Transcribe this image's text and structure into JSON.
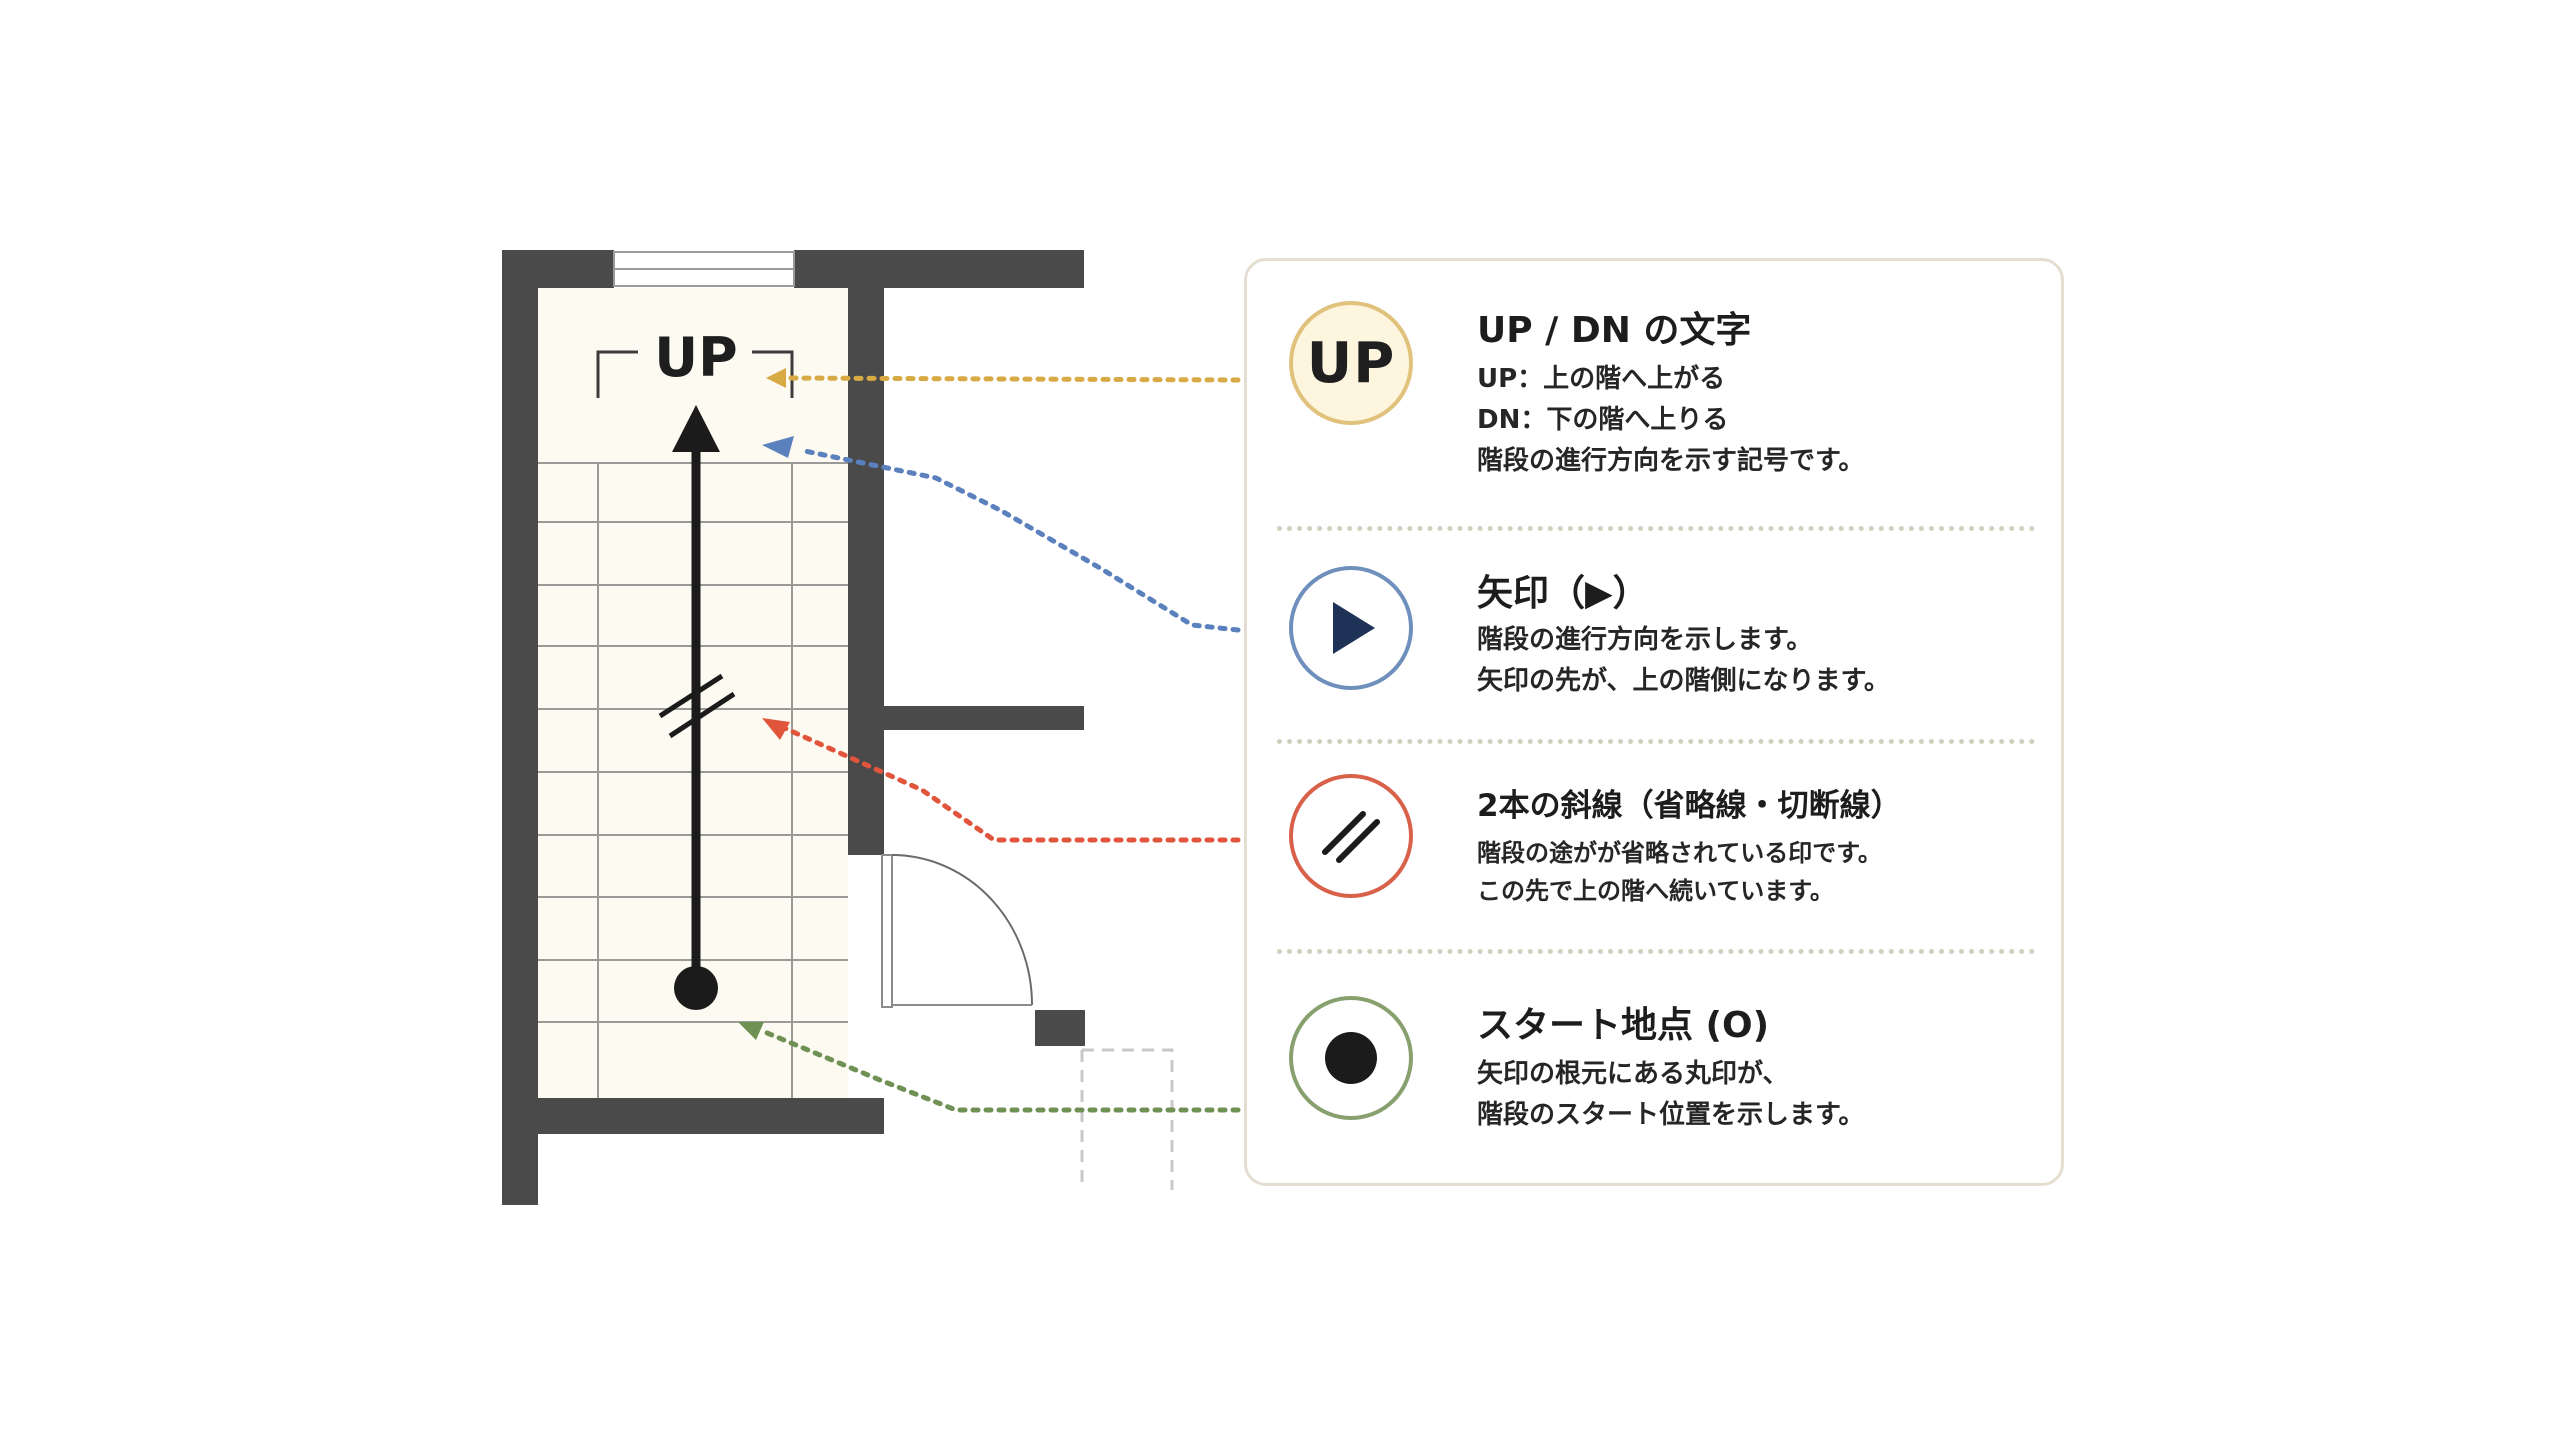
{
  "plan": {
    "up_label": "UP"
  },
  "legend": {
    "items": [
      {
        "badge": "UP",
        "icon": "up-letters-badge",
        "title": "UP / DN の文字",
        "lines": [
          "UP：上の階へ上がる",
          "DN：下の階へ上りる",
          "階段の進行方向を示す記号です。"
        ]
      },
      {
        "icon": "arrow-badge",
        "title": "矢印（▶）",
        "lines": [
          "階段の進行方向を示します。",
          "矢印の先が、上の階側になります。"
        ]
      },
      {
        "icon": "double-slash-badge",
        "title": "2本の斜線（省略線・切断線）",
        "lines": [
          "階段の途がが省略されている印です。",
          "この先で上の階へ続いています。"
        ]
      },
      {
        "icon": "start-dot-badge",
        "title": "スタート地点 (O)",
        "lines": [
          "矢印の根元にある丸印が、",
          "階段のスタート位置を示します。"
        ]
      }
    ]
  },
  "colors": {
    "wall": "#4a4a4a",
    "stair_fill": "#fdfaf1",
    "up_accent": "#d8aa45",
    "arrow_accent": "#5a80bd",
    "slash_accent": "#e2553d",
    "dot_accent": "#6f9154",
    "arrow_navy": "#1f3358"
  }
}
